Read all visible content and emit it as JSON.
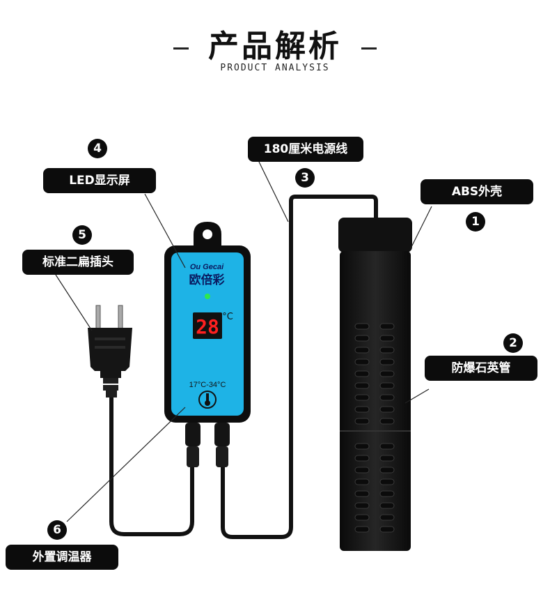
{
  "header": {
    "title": "产品解析",
    "subtitle": "PRODUCT ANALYSIS"
  },
  "controller": {
    "brand_en": "Ou Gecai",
    "brand_cn": "欧倍彩",
    "temp_value": "28",
    "temp_unit": "°C",
    "range": "17°C-34°C"
  },
  "callouts": [
    {
      "number": "1",
      "label": "ABS外壳"
    },
    {
      "number": "2",
      "label": "防爆石英管"
    },
    {
      "number": "3",
      "label": "180厘米电源线"
    },
    {
      "number": "4",
      "label": "LED显示屏"
    },
    {
      "number": "5",
      "label": "标准二扁插头"
    },
    {
      "number": "6",
      "label": "外置调温器"
    }
  ],
  "colors": {
    "label_bg": "#0c0c0c",
    "controller_blue": "#1eb3e6",
    "led_red": "#ff2020",
    "heater_black": "#151515"
  }
}
